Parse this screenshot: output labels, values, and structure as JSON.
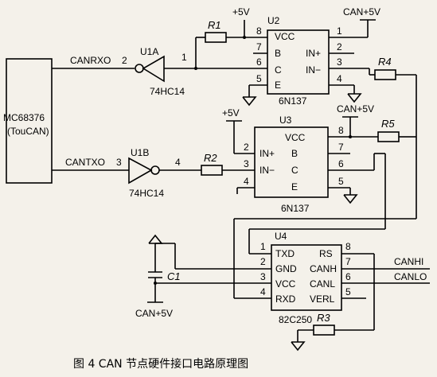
{
  "mcu": {
    "name": "MC68376",
    "sub": "(TouCAN)"
  },
  "nets": {
    "canrxo": "CANRXO",
    "cantxo": "CANTXO",
    "canhi": "CANHI",
    "canlo": "CANLO"
  },
  "pins": {
    "mcu_rx": "2",
    "mcu_tx": "3",
    "u1a_out": "1",
    "u1b_out": "4",
    "u2": [
      "8",
      "7",
      "6",
      "5",
      "1",
      "2",
      "3",
      "4"
    ],
    "u3_left": [
      "2",
      "3",
      "4"
    ],
    "u3_right": [
      "8",
      "7",
      "6",
      "5"
    ],
    "u4_left": [
      "1",
      "2",
      "3",
      "4"
    ],
    "u4_right": [
      "8",
      "7",
      "6",
      "5"
    ]
  },
  "gates": {
    "u1a": {
      "ref": "U1A",
      "part": "74HC14"
    },
    "u1b": {
      "ref": "U1B",
      "part": "74HC14"
    }
  },
  "u2": {
    "ref": "U2",
    "part": "6N137",
    "left": [
      "VCC",
      "B",
      "C",
      "E"
    ],
    "right": [
      "IN+",
      "IN−"
    ]
  },
  "u3": {
    "ref": "U3",
    "part": "6N137",
    "left": [
      "IN+",
      "IN−"
    ],
    "right": [
      "VCC",
      "B",
      "C",
      "E"
    ]
  },
  "u4": {
    "ref": "U4",
    "part": "82C250",
    "left": [
      "TXD",
      "GND",
      "VCC",
      "RXD"
    ],
    "right": [
      "RS",
      "CANH",
      "CANL",
      "VERL"
    ]
  },
  "resistors": {
    "r1": "R1",
    "r2": "R2",
    "r3": "R3",
    "r4": "R4",
    "r5": "R5"
  },
  "capacitor": {
    "c1": "C1"
  },
  "power": {
    "vcc_r1": "+5V",
    "can_u2": "CAN+5V",
    "vcc_u3": "+5V",
    "can_u3": "CAN+5V",
    "can_c1": "CAN+5V"
  },
  "caption": "图 4 CAN 节点硬件接口电路原理图"
}
